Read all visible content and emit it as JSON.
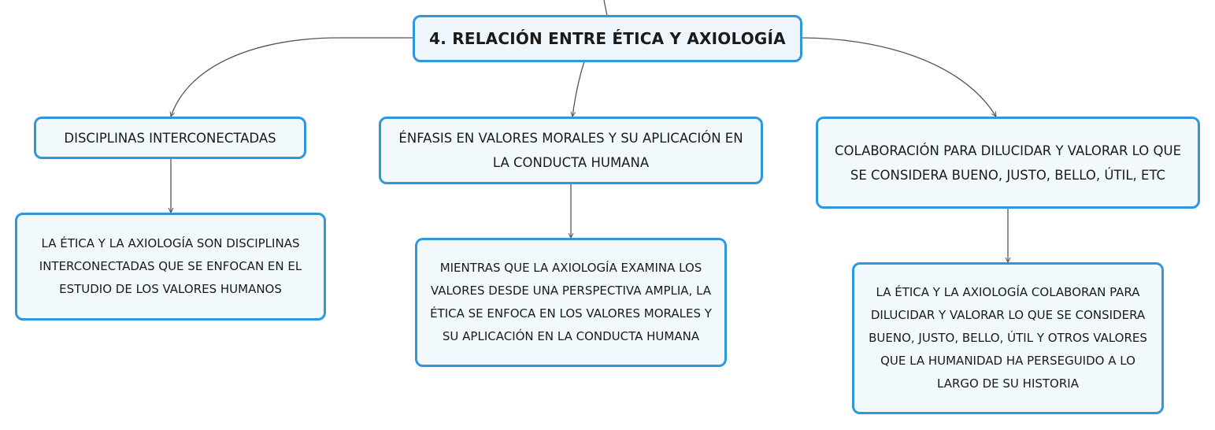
{
  "central": {
    "label": "4. RELACIÓN ENTRE ÉTICA Y AXIOLOGÍA"
  },
  "subtopics": [
    {
      "label": "DISCIPLINAS INTERCONECTADAS"
    },
    {
      "label": "ÉNFASIS EN VALORES MORALES Y SU APLICACIÓN EN LA CONDUCTA HUMANA"
    },
    {
      "label": "COLABORACIÓN PARA DILUCIDAR Y VALORAR LO QUE SE CONSIDERA BUENO, JUSTO, BELLO, ÚTIL, ETC"
    }
  ],
  "details": [
    {
      "label": "LA ÉTICA Y LA AXIOLOGÍA SON DISCIPLINAS INTERCONECTADAS QUE SE ENFOCAN EN EL ESTUDIO DE LOS VALORES HUMANOS"
    },
    {
      "label": "MIENTRAS QUE LA AXIOLOGÍA EXAMINA LOS VALORES DESDE UNA PERSPECTIVA AMPLIA, LA ÉTICA SE ENFOCA EN LOS VALORES MORALES Y SU APLICACIÓN EN LA CONDUCTA HUMANA"
    },
    {
      "label": "LA ÉTICA Y LA AXIOLOGÍA COLABORAN PARA DILUCIDAR Y VALORAR LO QUE SE CONSIDERA BUENO, JUSTO, BELLO, ÚTIL Y OTROS VALORES QUE LA HUMANIDAD HA PERSEGUIDO A LO LARGO DE SU HISTORIA"
    }
  ],
  "colors": {
    "border": "#2f97dc",
    "fill": "#f2f9fd",
    "line": "#555555"
  }
}
